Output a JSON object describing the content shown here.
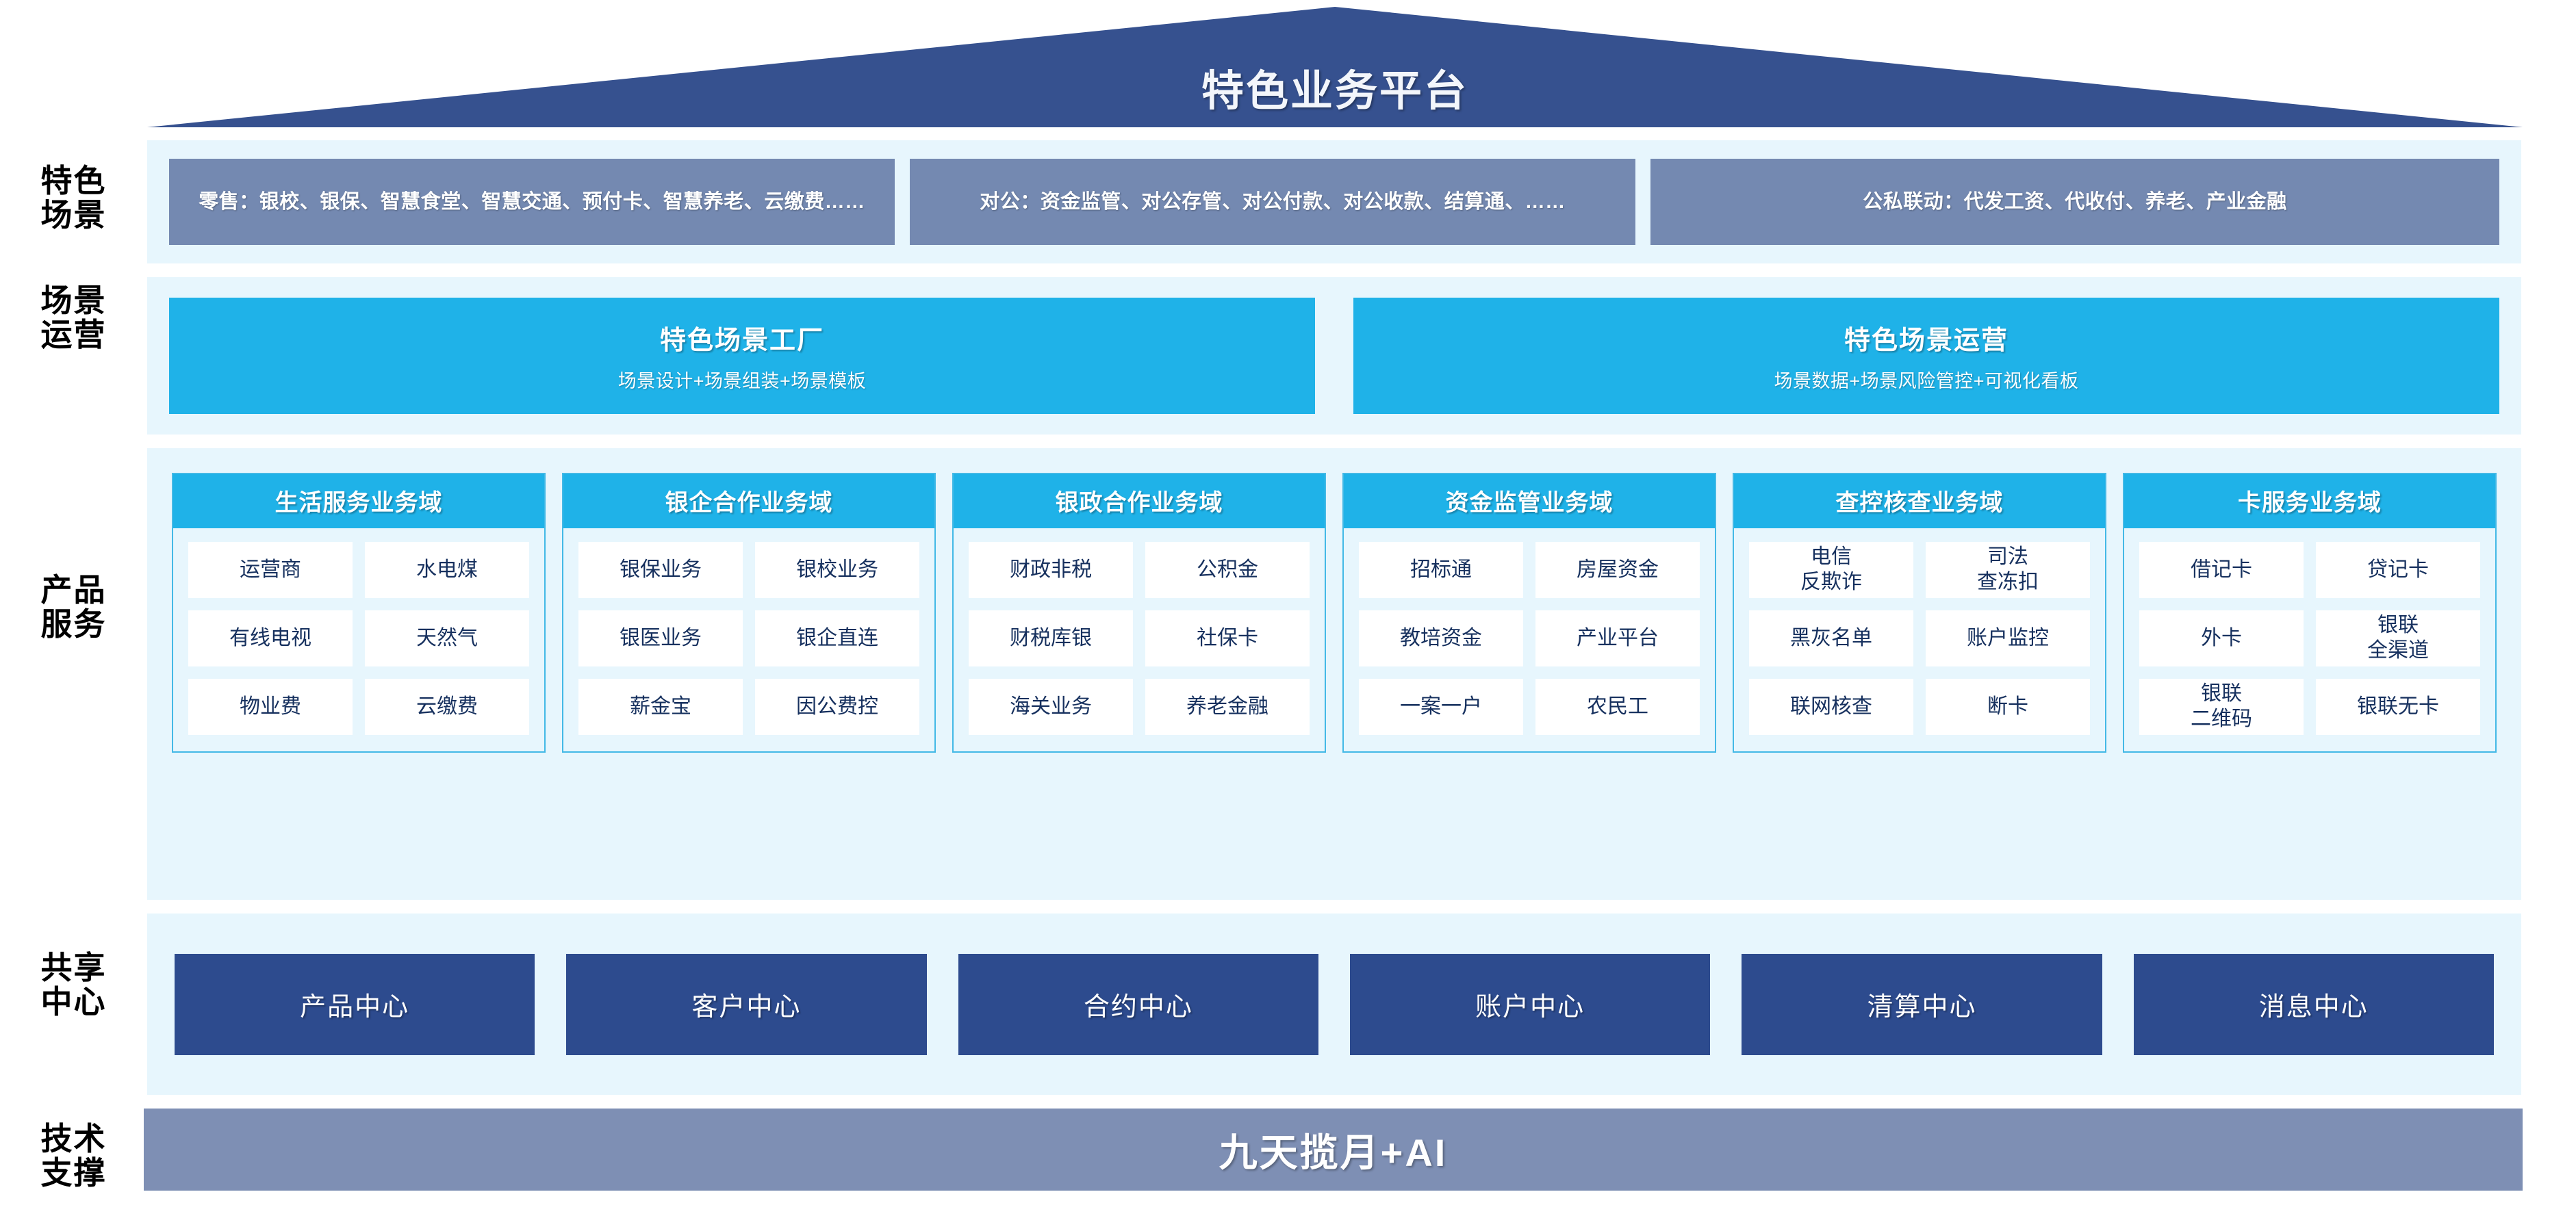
{
  "header": {
    "title": "特色业务平台"
  },
  "rows": {
    "scene_label": "特色\n场景",
    "operation_label": "场景\n运营",
    "product_label": "产品\n服务",
    "shared_label": "共享\n中心",
    "tech_label": "技术\n支撑"
  },
  "scenes": [
    {
      "text": "零售：银校、银保、智慧食堂、智慧交通、预付卡、智慧养老、云缴费……"
    },
    {
      "text": "对公：资金监管、对公存管、对公付款、对公收款、结算通、……"
    },
    {
      "text": "公私联动：代发工资、代收付、养老、产业金融"
    }
  ],
  "operations": [
    {
      "title": "特色场景工厂",
      "subtitle": "场景设计+场景组装+场景模板"
    },
    {
      "title": "特色场景运营",
      "subtitle": "场景数据+场景风险管控+可视化看板"
    }
  ],
  "domains": [
    {
      "title": "生活服务业务域",
      "items": [
        "运营商",
        "水电煤",
        "有线电视",
        "天然气",
        "物业费",
        "云缴费"
      ]
    },
    {
      "title": "银企合作业务域",
      "items": [
        "银保业务",
        "银校业务",
        "银医业务",
        "银企直连",
        "薪金宝",
        "因公费控"
      ]
    },
    {
      "title": "银政合作业务域",
      "items": [
        "财政非税",
        "公积金",
        "财税库银",
        "社保卡",
        "海关业务",
        "养老金融"
      ]
    },
    {
      "title": "资金监管业务域",
      "items": [
        "招标通",
        "房屋资金",
        "教培资金",
        "产业平台",
        "一案一户",
        "农民工"
      ]
    },
    {
      "title": "查控核查业务域",
      "items": [
        "电信\n反欺诈",
        "司法\n查冻扣",
        "黑灰名单",
        "账户监控",
        "联网核查",
        "断卡"
      ]
    },
    {
      "title": "卡服务业务域",
      "items": [
        "借记卡",
        "贷记卡",
        "外卡",
        "银联\n全渠道",
        "银联\n二维码",
        "银联无卡"
      ]
    }
  ],
  "shared_centers": [
    {
      "label": "产品中心"
    },
    {
      "label": "客户中心"
    },
    {
      "label": "合约中心"
    },
    {
      "label": "账户中心"
    },
    {
      "label": "清算中心"
    },
    {
      "label": "消息中心"
    }
  ],
  "tech": {
    "label": "九天揽月+AI"
  },
  "colors": {
    "roof": "#36518f",
    "band_bg": "#e7f6fd",
    "scene_box": "#7489b1",
    "cyan": "#1fb2e8",
    "domain_border": "#43b9e6",
    "shared_box": "#2d4b8e",
    "tech_band": "#7e8fb4",
    "chip_text": "#16305e"
  }
}
